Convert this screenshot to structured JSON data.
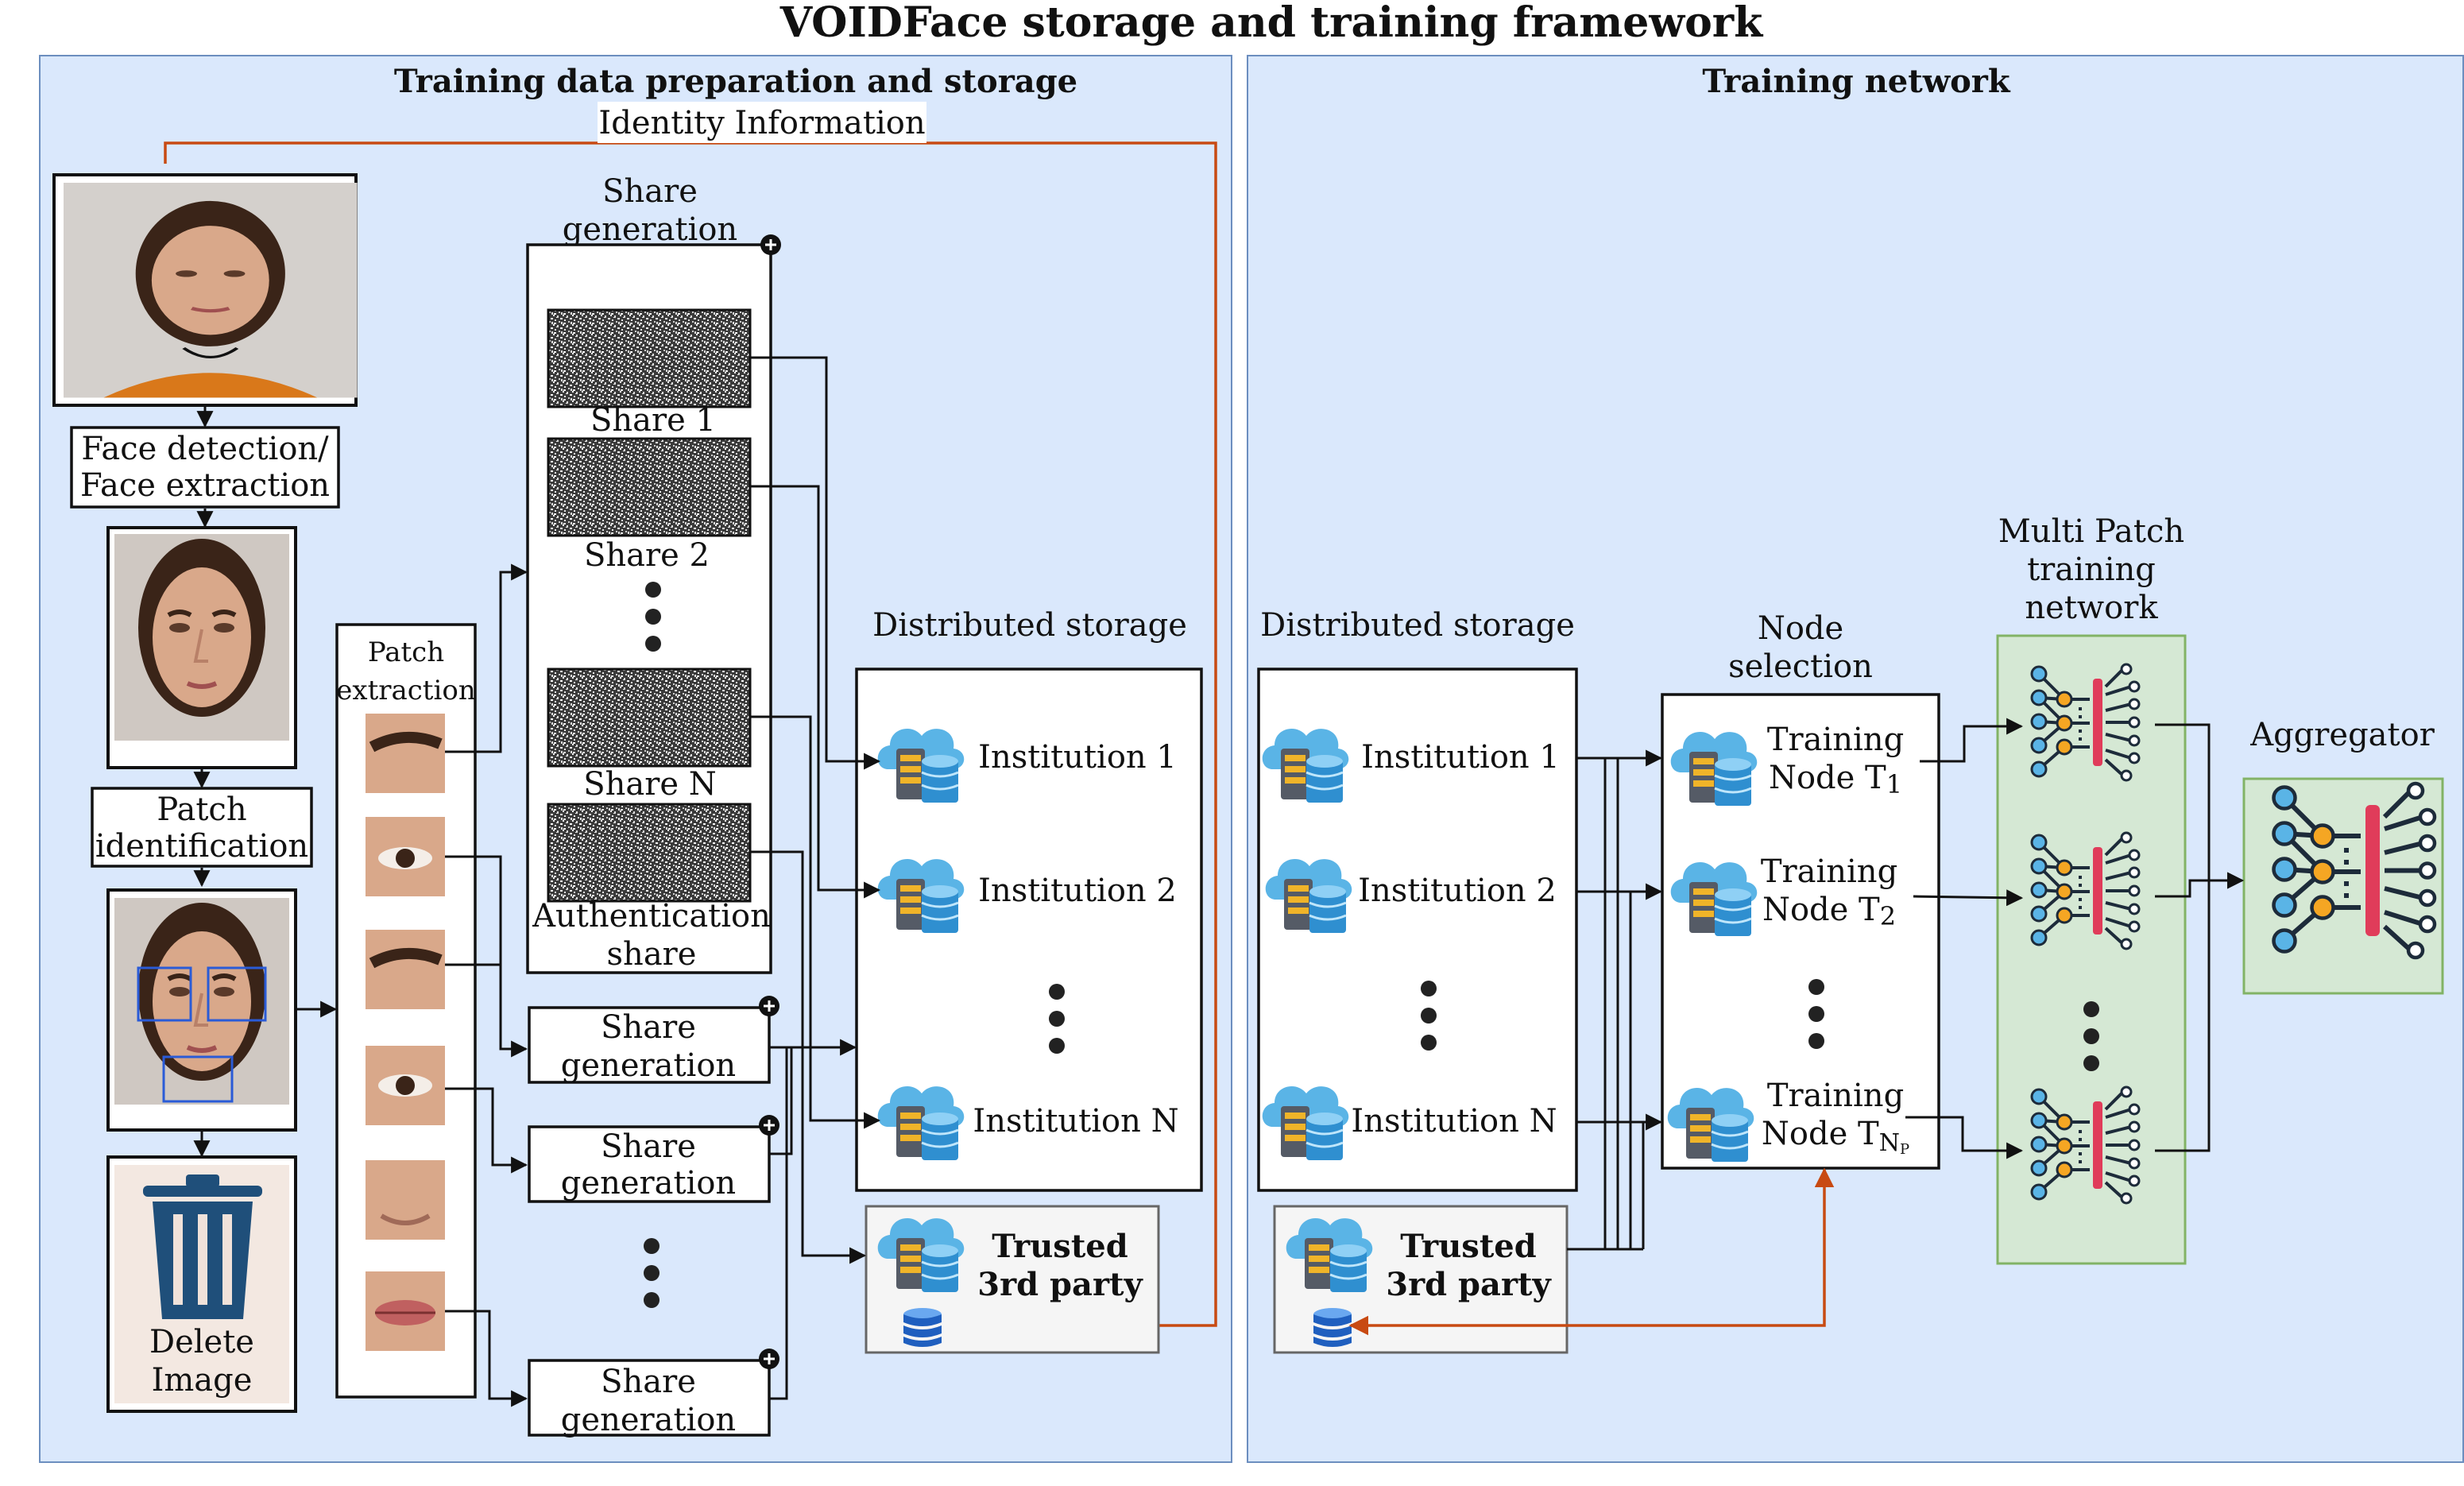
{
  "title": "VOIDFace storage and training framework",
  "left_panel": {
    "title": "Training data preparation and storage",
    "identity_label": "Identity Information",
    "face_detection": [
      "Face detection/",
      "Face extraction"
    ],
    "patch_identification": [
      "Patch",
      "identification"
    ],
    "delete_image": [
      "Delete",
      "Image"
    ],
    "patch_extraction": [
      "Patch",
      "extraction"
    ],
    "share_generation_top": [
      "Share",
      "generation"
    ],
    "share_labels": [
      "Share 1",
      "Share 2",
      "Share N"
    ],
    "auth_share": [
      "Authentication",
      "share"
    ],
    "share_generation": [
      "Share",
      "generation"
    ],
    "distributed_storage": "Distributed storage",
    "institutions": [
      "Institution 1",
      "Institution 2",
      "Institution N"
    ],
    "trusted_party": [
      "Trusted",
      "3rd party"
    ]
  },
  "right_panel": {
    "title": "Training network",
    "distributed_storage": "Distributed storage",
    "institutions": [
      "Institution 1",
      "Institution 2",
      "Institution N"
    ],
    "node_selection": [
      "Node",
      "selection"
    ],
    "training_label": "Training",
    "node_label": "Node T",
    "node_subscripts": [
      "1",
      "2",
      "N"
    ],
    "node_subsub": "P",
    "multi_patch": [
      "Multi Patch",
      "training",
      "network"
    ],
    "aggregator": "Aggregator",
    "trusted_party": [
      "Trusted",
      "3rd party"
    ]
  },
  "colors": {
    "panel_bg": "#dae8fc",
    "panel_border": "#6c8ebf",
    "green_bg": "#d5e8d4",
    "green_border": "#82b366",
    "identity_line": "#c84a12",
    "cloud": "#5ab4e6",
    "db": "#1f5fbf"
  }
}
